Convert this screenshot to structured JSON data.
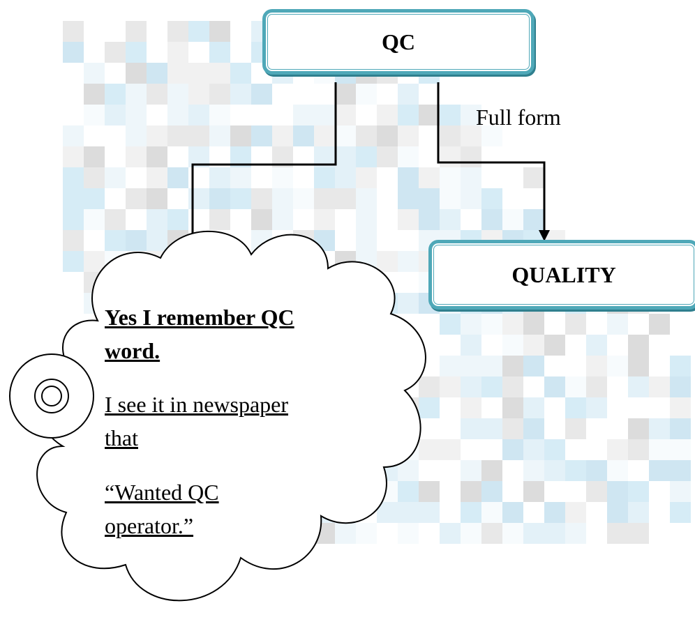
{
  "diagram": {
    "root": {
      "label": "QC"
    },
    "edge_label": "Full form",
    "child": {
      "label": "QUALITY"
    },
    "thought": {
      "heading_line1": "Yes I remember QC",
      "heading_line2": "word.",
      "body_line1": "I see it in newspaper",
      "body_line2": "that",
      "body_line3": "“Wanted QC",
      "body_line4": "operator.”"
    }
  },
  "colors": {
    "box_border": "#4fa8b8",
    "box_shadow": "#2f7f8e",
    "connector": "#000000",
    "background_tint": "#cfeaf5"
  }
}
